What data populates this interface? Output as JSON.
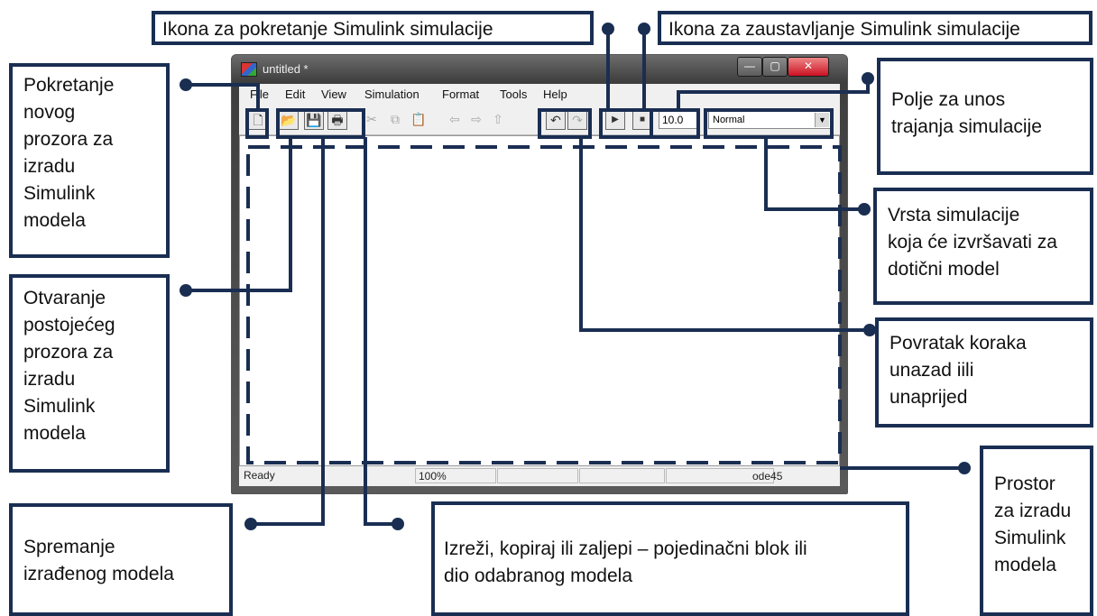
{
  "window": {
    "title": "untitled *",
    "controls": {
      "minimize": "—",
      "maximize": "▢",
      "close": "✕"
    },
    "menu": [
      "File",
      "Edit",
      "View",
      "Simulation",
      "Format",
      "Tools",
      "Help"
    ],
    "toolbar": {
      "new": "🗋",
      "open": "📂",
      "save": "💾",
      "print": "🖶",
      "cut": "✂",
      "copy": "⧉",
      "paste": "📋",
      "back": "⇦",
      "forward": "⇨",
      "up": "⇧",
      "undo": "↶",
      "redo": "↷",
      "start": "▶",
      "stop": "■",
      "stop_time": "10.0",
      "sim_mode": "Normal",
      "dropdown_arrow": "▼"
    },
    "status": {
      "ready": "Ready",
      "zoom": "100%",
      "solver": "ode45"
    }
  },
  "callouts": {
    "start": "Ikona za pokretanje Simulink simulacije",
    "stop": "Ikona za zaustavljanje Simulink simulacije",
    "new_model": [
      "Pokretanje",
      "novog",
      "prozora za",
      "izradu",
      "Simulink",
      "modela"
    ],
    "open_model": [
      "Otvaranje",
      "postojećeg",
      "prozora za",
      "izradu",
      "Simulink",
      "modela"
    ],
    "save_model": [
      "Spremanje",
      "izrađenog modela"
    ],
    "cut_copy_paste": [
      "Izreži, kopiraj ili zaljepi – pojedinačni blok ili",
      "dio odabranog modela"
    ],
    "stop_time_field": [
      "Polje za unos",
      "trajanja simulacije"
    ],
    "sim_type": [
      "Vrsta simulacije",
      "koja će izvršavati za",
      "dotični model"
    ],
    "undo_redo": [
      "Povratak koraka",
      "unazad iili",
      "unaprijed"
    ],
    "workspace": [
      "Prostor",
      "za izradu",
      "Simulink",
      "modela"
    ]
  },
  "colors": {
    "annotation": "#1a2e52",
    "window_frame": "#3e3e3e",
    "client": "#f0f0f0"
  }
}
